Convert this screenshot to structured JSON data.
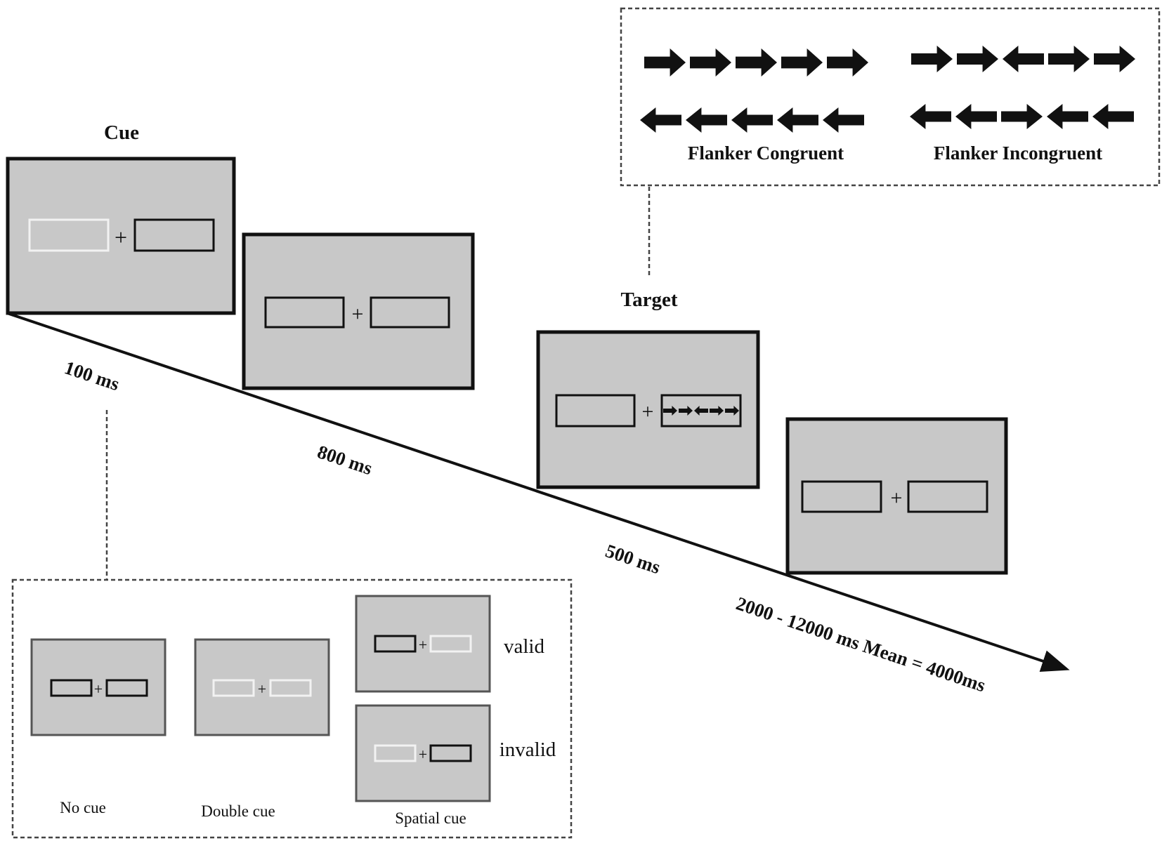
{
  "labels": {
    "cue": "Cue",
    "target": "Target",
    "flanker_congruent": "Flanker Congruent",
    "flanker_incongruent": "Flanker Incongruent"
  },
  "durations": [
    "100 ms",
    "800 ms",
    "500 ms",
    "2000 - 12000 ms Mean = 4000ms"
  ],
  "cue_types": {
    "no_cue": "No cue",
    "double_cue": "Double cue",
    "spatial_cue": "Spatial cue",
    "valid": "valid",
    "invalid": "invalid"
  },
  "fixation": "+",
  "flanker_rows": {
    "congruent_top": [
      "right",
      "right",
      "right",
      "right",
      "right"
    ],
    "congruent_bottom": [
      "left",
      "left",
      "left",
      "left",
      "left"
    ],
    "incongruent_top": [
      "right",
      "right",
      "left",
      "right",
      "right"
    ],
    "incongruent_bottom": [
      "left",
      "left",
      "right",
      "left",
      "left"
    ]
  },
  "target_box_arrows": [
    "right",
    "right",
    "left",
    "right",
    "right"
  ],
  "colors": {
    "screen_fill": "#c8c8c8",
    "frame": "#111111",
    "cue_highlight": "#f2f2f2",
    "text": "#111111"
  }
}
